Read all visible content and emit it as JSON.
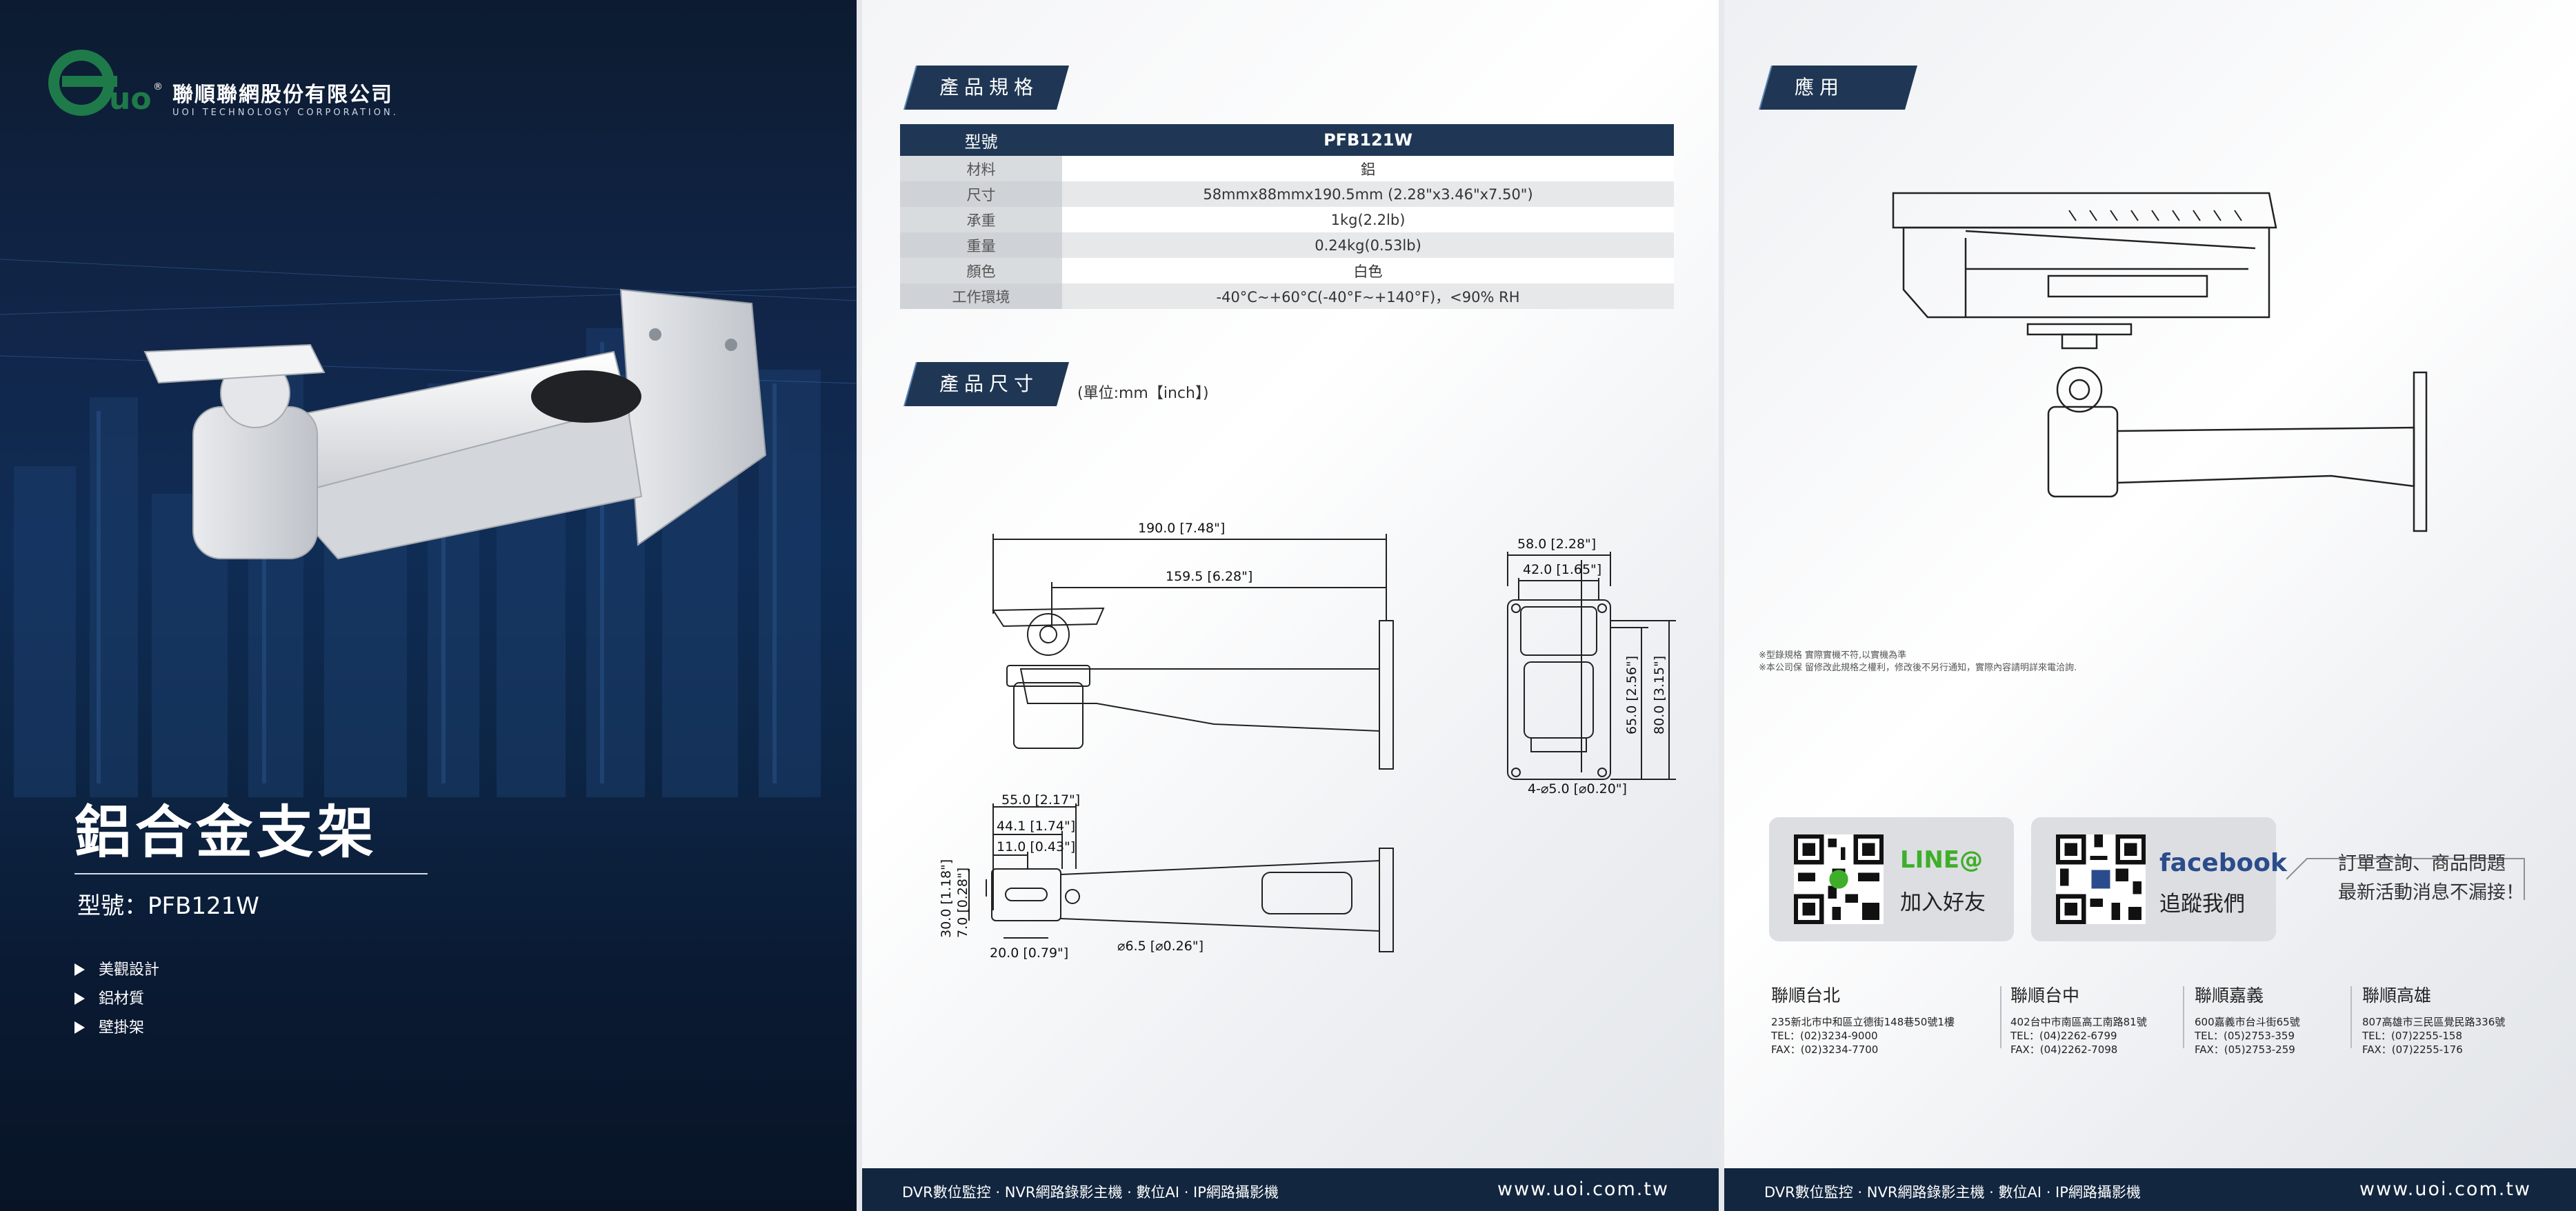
{
  "left": {
    "company_name": "聯順聯網股份有限公司",
    "company_en": "UOI TECHNOLOGY CORPORATION.",
    "logo_text": "uoi",
    "title": "鋁合金支架",
    "model": "型號：PFB121W",
    "features": [
      "美觀設計",
      "鋁材質",
      "壁掛架"
    ]
  },
  "middle": {
    "spec_tag": "產品規格",
    "spec_header": {
      "label": "型號",
      "value": "PFB121W"
    },
    "specs": [
      {
        "label": "材料",
        "value": "鋁"
      },
      {
        "label": "尺寸",
        "value": "58mmx88mmx190.5mm (2.28\"x3.46\"x7.50\")"
      },
      {
        "label": "承重",
        "value": "1kg(2.2lb)"
      },
      {
        "label": "重量",
        "value": "0.24kg(0.53lb)"
      },
      {
        "label": "顏色",
        "value": "白色"
      },
      {
        "label": "工作環境",
        "value": "-40°C~+60°C(-40°F~+140°F)，<90% RH"
      }
    ],
    "dim_tag": "產品尺寸",
    "unit_note": "(單位:mm【inch】)",
    "dims": {
      "side_total": "190.0 [7.48\"]",
      "side_arm": "159.5 [6.28\"]",
      "front_width": "58.0 [2.28\"]",
      "front_inner": "42.0 [1.65\"]",
      "front_h1": "65.0 [2.56\"]",
      "front_h2": "80.0 [3.15\"]",
      "front_holes": "4-⌀5.0 [⌀0.20\"]",
      "top_55": "55.0 [2.17\"]",
      "top_44": "44.1 [1.74\"]",
      "top_11": "11.0 [0.43\"]",
      "top_30": "30.0 [1.18\"]",
      "top_7": "7.0 [0.28\"]",
      "top_20": "20.0 [0.79\"]",
      "top_hole": "⌀6.5 [⌀0.26\"]"
    }
  },
  "footer": {
    "items": "DVR數位監控 · NVR網路錄影主機 · 數位AI · IP網路攝影機",
    "url": "www.uoi.com.tw"
  },
  "right": {
    "app_tag": "應用",
    "notes": [
      "※型錄規格 實際實機不符,以實機為準",
      "※本公司保 留修改此規格之權利，修改後不另行通知，實際內容請明詳來電洽詢."
    ],
    "line_logo": "LINE@",
    "line_text": "加入好友",
    "fb_logo": "facebook",
    "fb_text": "追蹤我們",
    "promo": [
      "訂單查詢、商品問題",
      "最新活動消息不漏接！"
    ],
    "offices": [
      {
        "name": "聯順台北",
        "address": "235新北市中和區立德街148巷50號1樓",
        "tel": "TEL：(02)3234-9000",
        "fax": "FAX：(02)3234-7700"
      },
      {
        "name": "聯順台中",
        "address": "402台中市南區高工南路81號",
        "tel": "TEL：(04)2262-6799",
        "fax": "FAX：(04)2262-7098"
      },
      {
        "name": "聯順嘉義",
        "address": "600嘉義市台斗街65號",
        "tel": "TEL：(05)2753-359",
        "fax": "FAX：(05)2753-259"
      },
      {
        "name": "聯順高雄",
        "address": "807高雄市三民區覺民路336號",
        "tel": "TEL：(07)2255-158",
        "fax": "FAX：(07)2255-176"
      }
    ]
  },
  "colors": {
    "navy": "#1f3754",
    "footer": "#13263f",
    "logo_green": "#1f7a4a",
    "line_green": "#3fae2a",
    "facebook_blue": "#2b4c8c"
  }
}
